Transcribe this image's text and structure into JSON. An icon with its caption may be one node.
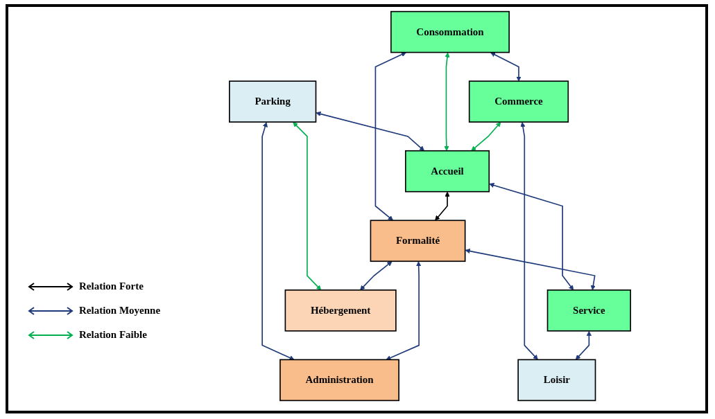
{
  "diagram": {
    "nodes": [
      {
        "text": [
          "Parking"
        ]
      },
      {
        "text": [
          "Consommation"
        ]
      },
      {
        "text": [
          "Service"
        ]
      },
      {
        "text": [
          "Accueil"
        ]
      },
      {
        "text": [
          "Commerce"
        ]
      },
      {
        "text": [
          "Loisir"
        ]
      },
      {
        "text": [
          "Formalité"
        ]
      },
      {
        "text": [
          "Administration"
        ]
      },
      {
        "text": [
          "Hébergement"
        ]
      }
    ],
    "edges": [
      {
        "from": 0,
        "to": 3,
        "arrow": "both"
      },
      {
        "from": 0,
        "to": 7,
        "arrow": "both"
      },
      {
        "from": 0,
        "to": 8,
        "arrow": "both",
        "color": "#00b050"
      },
      {
        "from": 1,
        "to": 3,
        "arrow": "both",
        "color": "#00b050"
      },
      {
        "from": 1,
        "to": 4,
        "arrow": "both"
      },
      {
        "from": 1,
        "to": 6,
        "arrow": "both"
      },
      {
        "from": 3,
        "to": 2,
        "arrow": "both"
      },
      {
        "from": 3,
        "to": 6,
        "arrow": "both",
        "color": "#000000"
      },
      {
        "from": 4,
        "to": 3,
        "arrow": "both",
        "color": "#00b050"
      },
      {
        "from": 4,
        "to": 5,
        "arrow": "both"
      },
      {
        "from": 2,
        "to": 5,
        "arrow": "both"
      },
      {
        "from": 6,
        "to": 2,
        "arrow": "both"
      },
      {
        "from": 6,
        "to": 8,
        "arrow": "both"
      },
      {
        "from": 6,
        "to": 7,
        "arrow": "both"
      }
    ],
    "legend": [
      {
        "text": "Relation Forte"
      },
      {
        "text": "Relation Moyenne"
      },
      {
        "text": "Relation Faible"
      }
    ]
  }
}
